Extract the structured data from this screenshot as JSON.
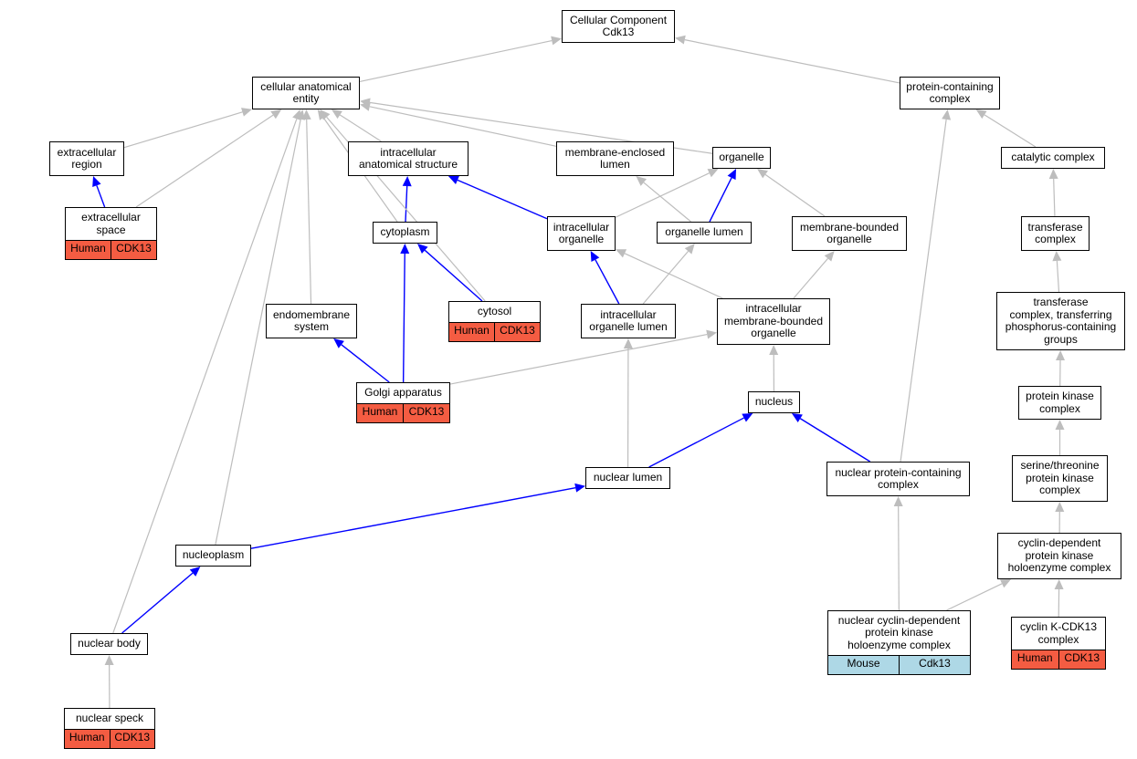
{
  "colors": {
    "human": "#f45c42",
    "mouse": "#aed8e6",
    "is_a_edge": "#bdbdbd",
    "part_of_edge": "#0000ff",
    "node_border": "#000000"
  },
  "nodes": {
    "root": {
      "label": "Cellular Component\nCdk13"
    },
    "cae": {
      "label": "cellular anatomical\nentity"
    },
    "pcc": {
      "label": "protein-containing\ncomplex"
    },
    "extracellular_region": {
      "label": "extracellular\nregion"
    },
    "extracellular_space": {
      "label": "extracellular\nspace",
      "annotation": {
        "species": "Human",
        "gene": "CDK13"
      }
    },
    "ias": {
      "label": "intracellular\nanatomical structure"
    },
    "mel": {
      "label": "membrane-enclosed\nlumen"
    },
    "organelle": {
      "label": "organelle"
    },
    "catalytic_complex": {
      "label": "catalytic complex"
    },
    "cytoplasm": {
      "label": "cytoplasm"
    },
    "intracellular_organelle": {
      "label": "intracellular\norganelle"
    },
    "organelle_lumen": {
      "label": "organelle lumen"
    },
    "mbo": {
      "label": "membrane-bounded\norganelle"
    },
    "transferase_complex": {
      "label": "transferase\ncomplex"
    },
    "cytosol": {
      "label": "cytosol",
      "annotation": {
        "species": "Human",
        "gene": "CDK13"
      }
    },
    "endomembrane": {
      "label": "endomembrane\nsystem"
    },
    "iol": {
      "label": "intracellular\norganelle lumen"
    },
    "imbo": {
      "label": "intracellular\nmembrane-bounded\norganelle"
    },
    "tc_phospho": {
      "label": "transferase\ncomplex, transferring\nphosphorus-containing\ngroups"
    },
    "golgi": {
      "label": "Golgi apparatus",
      "annotation": {
        "species": "Human",
        "gene": "CDK13"
      }
    },
    "nucleus": {
      "label": "nucleus"
    },
    "pkc": {
      "label": "protein kinase\ncomplex"
    },
    "nuclear_lumen": {
      "label": "nuclear lumen"
    },
    "npcc": {
      "label": "nuclear protein-containing\ncomplex"
    },
    "stpkc": {
      "label": "serine/threonine\nprotein kinase\ncomplex"
    },
    "nucleoplasm": {
      "label": "nucleoplasm"
    },
    "cdk_holo": {
      "label": "cyclin-dependent\nprotein kinase\nholoenzyme complex"
    },
    "ncdk_holo": {
      "label": "nuclear cyclin-dependent\nprotein kinase\nholoenzyme complex",
      "annotation": {
        "species": "Mouse",
        "gene": "Cdk13"
      }
    },
    "cyclin_k": {
      "label": "cyclin K-CDK13\ncomplex",
      "annotation": {
        "species": "Human",
        "gene": "CDK13"
      }
    },
    "nuclear_body": {
      "label": "nuclear body"
    },
    "nuclear_speck": {
      "label": "nuclear speck",
      "annotation": {
        "species": "Human",
        "gene": "CDK13"
      }
    }
  },
  "edges": [
    {
      "from": "cae",
      "to": "root",
      "type": "is_a"
    },
    {
      "from": "pcc",
      "to": "root",
      "type": "is_a"
    },
    {
      "from": "extracellular_region",
      "to": "cae",
      "type": "is_a"
    },
    {
      "from": "extracellular_space",
      "to": "cae",
      "type": "is_a"
    },
    {
      "from": "extracellular_space",
      "to": "extracellular_region",
      "type": "part_of"
    },
    {
      "from": "ias",
      "to": "cae",
      "type": "is_a"
    },
    {
      "from": "mel",
      "to": "cae",
      "type": "is_a"
    },
    {
      "from": "organelle",
      "to": "cae",
      "type": "is_a"
    },
    {
      "from": "catalytic_complex",
      "to": "pcc",
      "type": "is_a"
    },
    {
      "from": "cytoplasm",
      "to": "cae",
      "type": "is_a"
    },
    {
      "from": "cytoplasm",
      "to": "ias",
      "type": "part_of"
    },
    {
      "from": "intracellular_organelle",
      "to": "ias",
      "type": "part_of"
    },
    {
      "from": "intracellular_organelle",
      "to": "organelle",
      "type": "is_a"
    },
    {
      "from": "organelle_lumen",
      "to": "mel",
      "type": "is_a"
    },
    {
      "from": "organelle_lumen",
      "to": "organelle",
      "type": "part_of"
    },
    {
      "from": "mbo",
      "to": "organelle",
      "type": "is_a"
    },
    {
      "from": "transferase_complex",
      "to": "catalytic_complex",
      "type": "is_a"
    },
    {
      "from": "cytosol",
      "to": "cae",
      "type": "is_a"
    },
    {
      "from": "cytosol",
      "to": "cytoplasm",
      "type": "part_of"
    },
    {
      "from": "endomembrane",
      "to": "cae",
      "type": "is_a"
    },
    {
      "from": "iol",
      "to": "intracellular_organelle",
      "type": "part_of"
    },
    {
      "from": "iol",
      "to": "organelle_lumen",
      "type": "is_a"
    },
    {
      "from": "imbo",
      "to": "intracellular_organelle",
      "type": "is_a"
    },
    {
      "from": "imbo",
      "to": "mbo",
      "type": "is_a"
    },
    {
      "from": "tc_phospho",
      "to": "transferase_complex",
      "type": "is_a"
    },
    {
      "from": "golgi",
      "to": "cytoplasm",
      "type": "part_of"
    },
    {
      "from": "golgi",
      "to": "endomembrane",
      "type": "part_of"
    },
    {
      "from": "golgi",
      "to": "imbo",
      "type": "is_a"
    },
    {
      "from": "nucleus",
      "to": "imbo",
      "type": "is_a"
    },
    {
      "from": "pkc",
      "to": "tc_phospho",
      "type": "is_a"
    },
    {
      "from": "nuclear_lumen",
      "to": "iol",
      "type": "is_a"
    },
    {
      "from": "nuclear_lumen",
      "to": "nucleus",
      "type": "part_of"
    },
    {
      "from": "npcc",
      "to": "pcc",
      "type": "is_a"
    },
    {
      "from": "npcc",
      "to": "nucleus",
      "type": "part_of"
    },
    {
      "from": "stpkc",
      "to": "pkc",
      "type": "is_a"
    },
    {
      "from": "nucleoplasm",
      "to": "cae",
      "type": "is_a"
    },
    {
      "from": "nucleoplasm",
      "to": "nuclear_lumen",
      "type": "part_of"
    },
    {
      "from": "cdk_holo",
      "to": "stpkc",
      "type": "is_a"
    },
    {
      "from": "ncdk_holo",
      "to": "npcc",
      "type": "is_a"
    },
    {
      "from": "ncdk_holo",
      "to": "cdk_holo",
      "type": "is_a"
    },
    {
      "from": "cyclin_k",
      "to": "cdk_holo",
      "type": "is_a"
    },
    {
      "from": "nuclear_body",
      "to": "cae",
      "type": "is_a"
    },
    {
      "from": "nuclear_body",
      "to": "nucleoplasm",
      "type": "part_of"
    },
    {
      "from": "nuclear_speck",
      "to": "nuclear_body",
      "type": "is_a"
    }
  ]
}
